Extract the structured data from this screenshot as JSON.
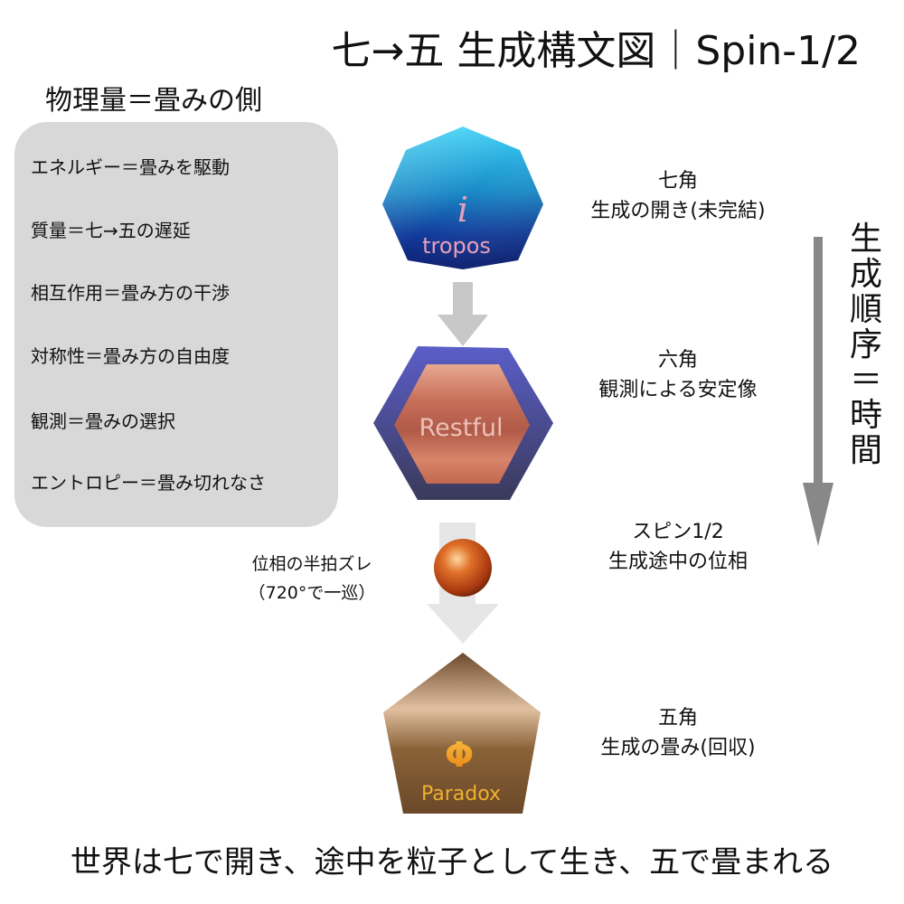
{
  "title": "七→五 生成構文図｜Spin-1/2",
  "left_panel": {
    "heading": "物理量＝畳みの側",
    "items": [
      "エネルギー＝畳みを駆動",
      "質量＝七→五の遅延",
      "相互作用＝畳み方の干渉",
      "対称性＝畳み方の自由度",
      "観測＝畳みの選択",
      "エントロピー＝畳み切れなさ"
    ]
  },
  "nodes": {
    "heptagon": {
      "symbol": "i",
      "label": "tropos",
      "title": "七角",
      "desc": "生成の開き(未完結)"
    },
    "hexagon": {
      "label": "Restful",
      "title": "六角",
      "desc": "観測による安定像"
    },
    "sphere": {
      "title": "スピン1/2",
      "desc": "生成途中の位相",
      "side_line1": "位相の半拍ズレ",
      "side_line2": "（720°で一巡）"
    },
    "pentagon": {
      "symbol": "Φ",
      "label": "Paradox",
      "title": "五角",
      "desc": "生成の畳み(回収)"
    }
  },
  "time_axis": {
    "chars": [
      "生",
      "成",
      "順",
      "序",
      "＝",
      "時",
      "間"
    ]
  },
  "footer": "世界は七で開き、途中を粒子として生き、五で畳まれる",
  "colors": {
    "panel": "#d8d8d8",
    "arrow": "#c8c8c8",
    "time_arrow": "#888888",
    "heptagon_dark": "#0a1f7a",
    "heptagon_light": "#2ec8f0",
    "hexagon_frame": "#4a4fa8",
    "hexagon_core": "#c8705a",
    "sphere": "#d86020",
    "pentagon": "#8a6238",
    "phi": "#f0a020"
  }
}
